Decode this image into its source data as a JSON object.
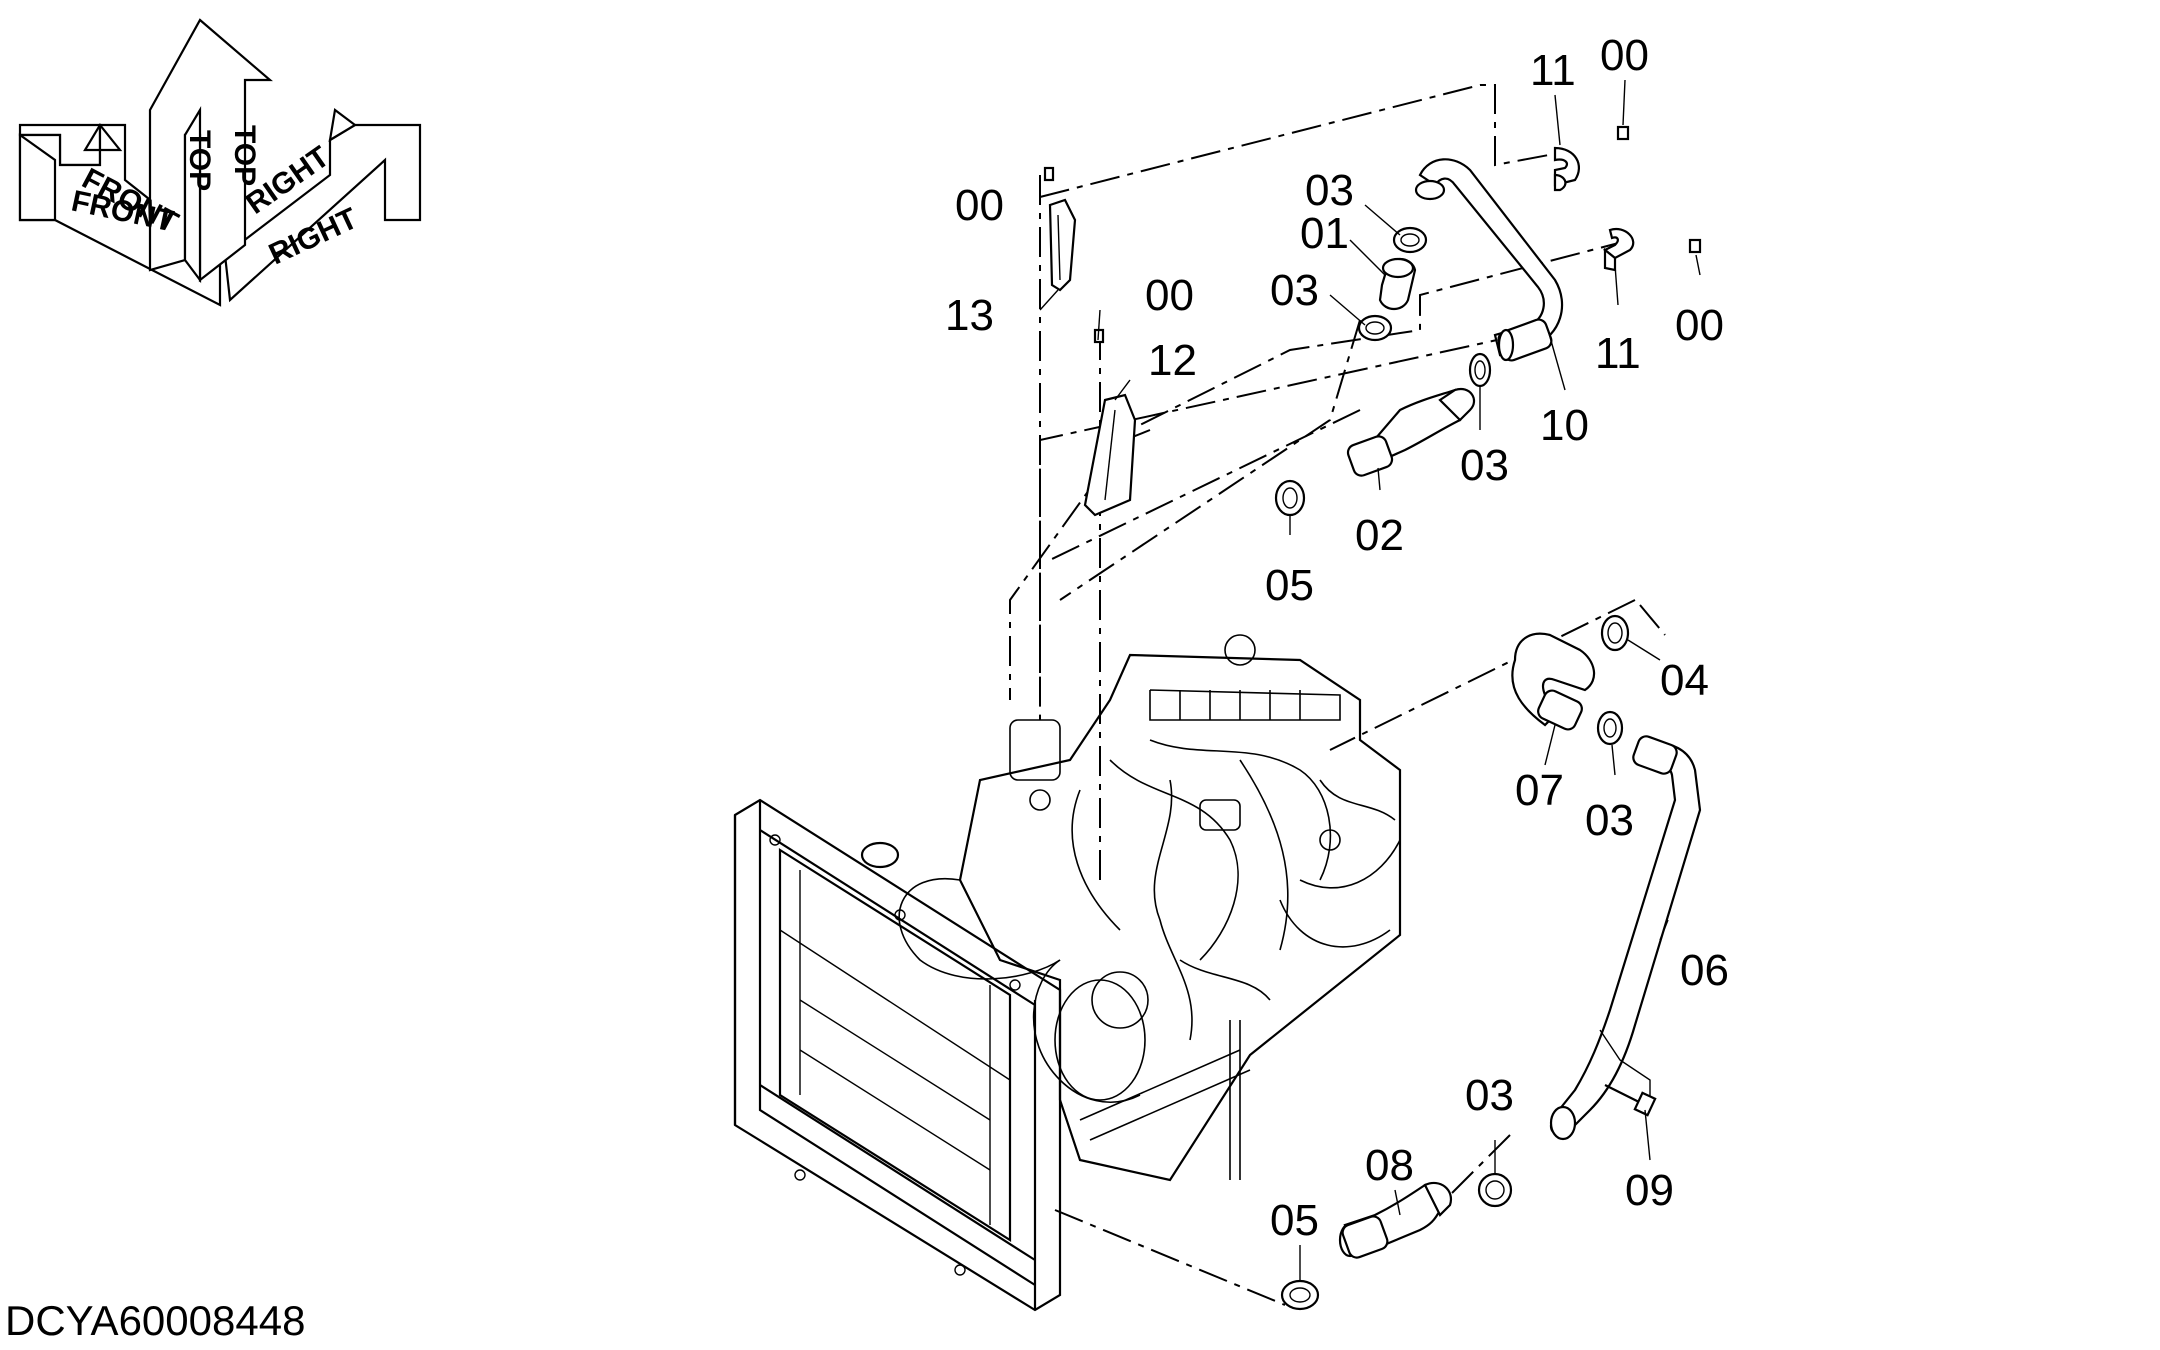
{
  "orientation": {
    "front": "FRONT",
    "top": "TOP",
    "right": "RIGHT"
  },
  "document_id": "DCYA60008448",
  "callouts": {
    "c00_a": "00",
    "c11_a": "11",
    "c00_b": "00",
    "c03_a": "03",
    "c01": "01",
    "c03_b": "03",
    "c13": "13",
    "c00_c": "00",
    "c12": "12",
    "c11_b": "11",
    "c00_d": "00",
    "c10": "10",
    "c03_c": "03",
    "c02": "02",
    "c05_a": "05",
    "c04": "04",
    "c07": "07",
    "c03_d": "03",
    "c06": "06",
    "c03_e": "03",
    "c08": "08",
    "c09": "09",
    "c05_b": "05"
  }
}
